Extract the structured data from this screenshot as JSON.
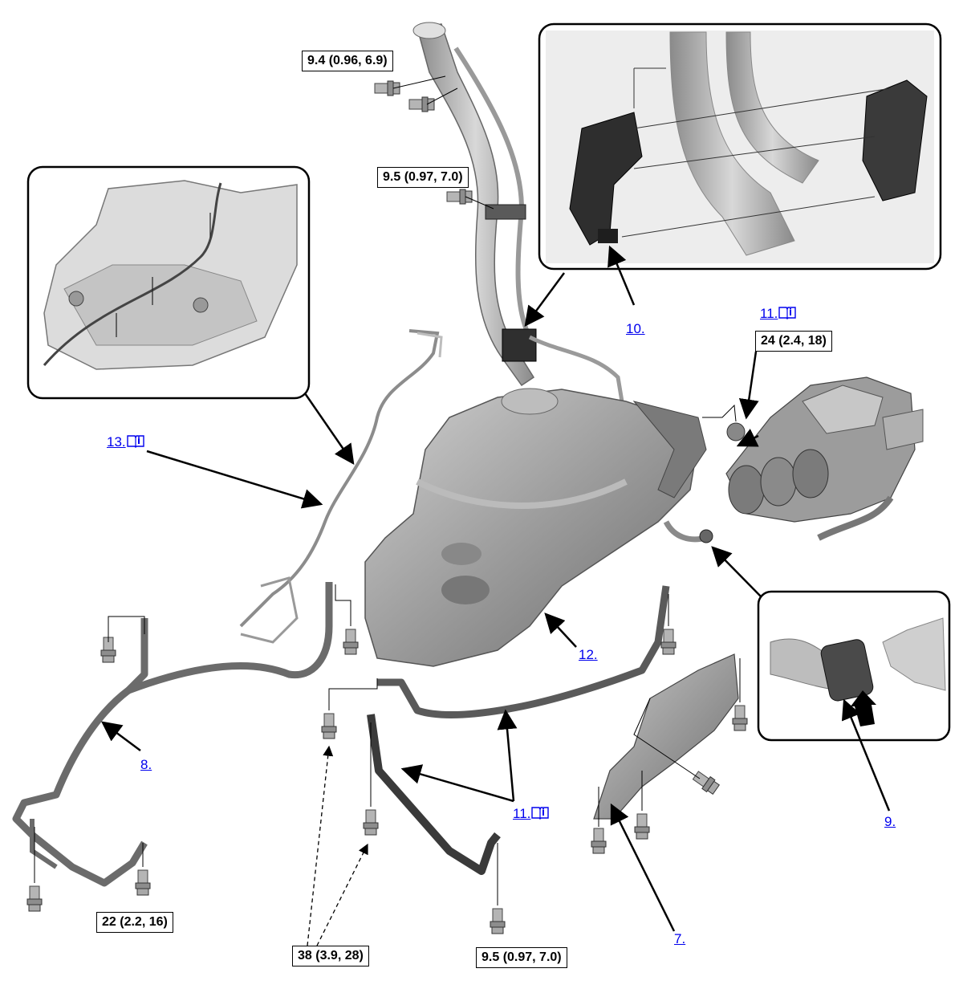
{
  "torque_specs": {
    "t1": "9.4 (0.96, 6.9)",
    "t2": "9.5 (0.97, 7.0)",
    "t3": "24 (2.4, 18)",
    "t4": "22 (2.2, 16)",
    "t5": "38 (3.9, 28)",
    "t6": "9.5 (0.97, 7.0)"
  },
  "callouts": {
    "c7": "7.",
    "c8": "8.",
    "c9": "9.",
    "c10": "10.",
    "c11_top": "11.",
    "c11_bottom": "11.",
    "c12": "12.",
    "c13": "13."
  },
  "colors": {
    "link": "#0000ee",
    "part_fill": "#9a9a9a",
    "part_dark": "#555555",
    "line": "#000000"
  },
  "icons": {
    "reference": "info-book-icon"
  }
}
